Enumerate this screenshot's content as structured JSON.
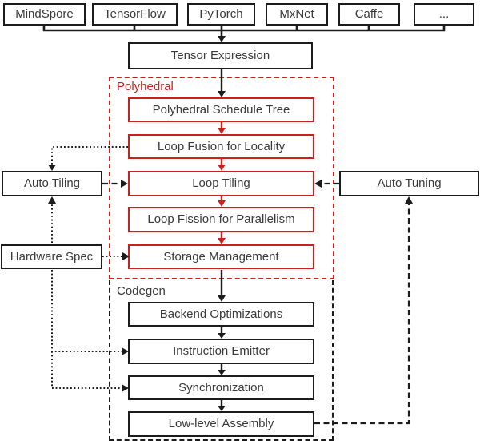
{
  "frameworks": [
    "MindSpore",
    "TensorFlow",
    "PyTorch",
    "MxNet",
    "Caffe",
    "..."
  ],
  "tensor_expression": {
    "label": "Tensor Expression"
  },
  "polyhedral_group": {
    "label": "Polyhedral",
    "stages": [
      "Polyhedral Schedule Tree",
      "Loop Fusion for Locality",
      "Loop Tiling",
      "Loop Fission for Parallelism",
      "Storage Management"
    ]
  },
  "codegen_group": {
    "label": "Codegen",
    "stages": [
      "Backend Optimizations",
      "Instruction Emitter",
      "Synchronization",
      "Low-level Assembly"
    ]
  },
  "side_modules": {
    "auto_tiling": {
      "label": "Auto Tiling"
    },
    "hardware_spec": {
      "label": "Hardware Spec"
    },
    "auto_tuning": {
      "label": "Auto Tuning"
    }
  },
  "colors": {
    "accent_red": "#c9211e",
    "line_black": "#1c1c1c",
    "text": "#3a3a3a",
    "background": "#ffffff"
  }
}
